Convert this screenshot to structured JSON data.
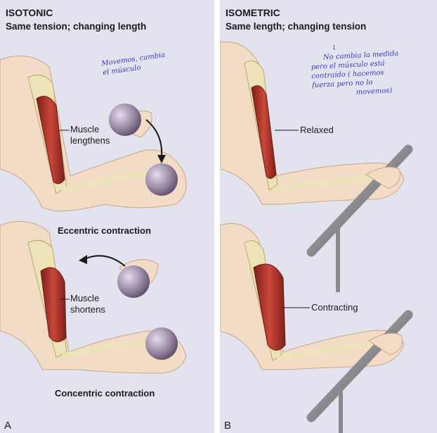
{
  "panel_a": {
    "title": "ISOTONIC",
    "subtitle": "Same tension; changing length",
    "handwriting": [
      "Movemos, cambia",
      "el músculo"
    ],
    "label_top": [
      "Muscle",
      "lengthens"
    ],
    "caption_top": "Eccentric contraction",
    "label_bottom": [
      "Muscle",
      "shortens"
    ],
    "caption_bottom": "Concentric contraction",
    "letter": "A"
  },
  "panel_b": {
    "title": "ISOMETRIC",
    "subtitle": "Same length; changing tension",
    "handwriting": [
      "↓",
      "No cambia la medida",
      "pero el músculo está",
      "contraído ( hacemos",
      "fuerza pero no lo",
      "movemos)"
    ],
    "label_top": "Relaxed",
    "label_bottom": "Contracting",
    "letter": "B"
  },
  "colors": {
    "panel_bg": "#e3e3ef",
    "skin": "#f3dcc6",
    "muscle": "#b8362e",
    "bone": "#ede3b8",
    "ball": "#9a8aa6",
    "bar": "#8a8a8e",
    "handwriting": "#3a3ab8"
  }
}
